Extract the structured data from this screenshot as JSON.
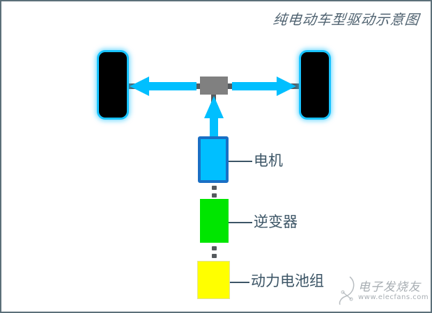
{
  "title": "纯电动车型驱动示意图",
  "components": {
    "motor": {
      "label": "电机",
      "fill": "#00bfff",
      "border": "#1a6fc4"
    },
    "inverter": {
      "label": "逆变器",
      "fill": "#00e600"
    },
    "battery": {
      "label": "动力电池组",
      "fill": "#ffff00"
    },
    "differential": {
      "fill": "#808080"
    },
    "wheels": {
      "fill": "#000000",
      "glow": "#19c3ff"
    },
    "arrows": {
      "color": "#00bfff"
    }
  },
  "watermark": {
    "name": "电子发烧友",
    "url": "www.elecfans.com"
  }
}
